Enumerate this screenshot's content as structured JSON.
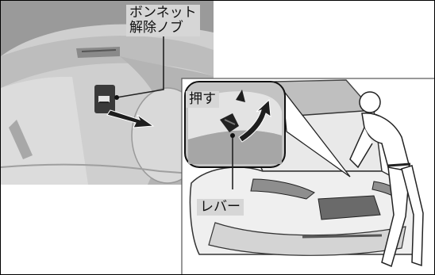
{
  "callouts": {
    "hood_release_knob": "ボンネット\n解除ノブ",
    "push": "押す",
    "lever": "レバー"
  },
  "colors": {
    "panel_gray": "#c9c9c9",
    "arrow_dark": "#1e1e1e",
    "label_bg": "#d6d6d6"
  }
}
